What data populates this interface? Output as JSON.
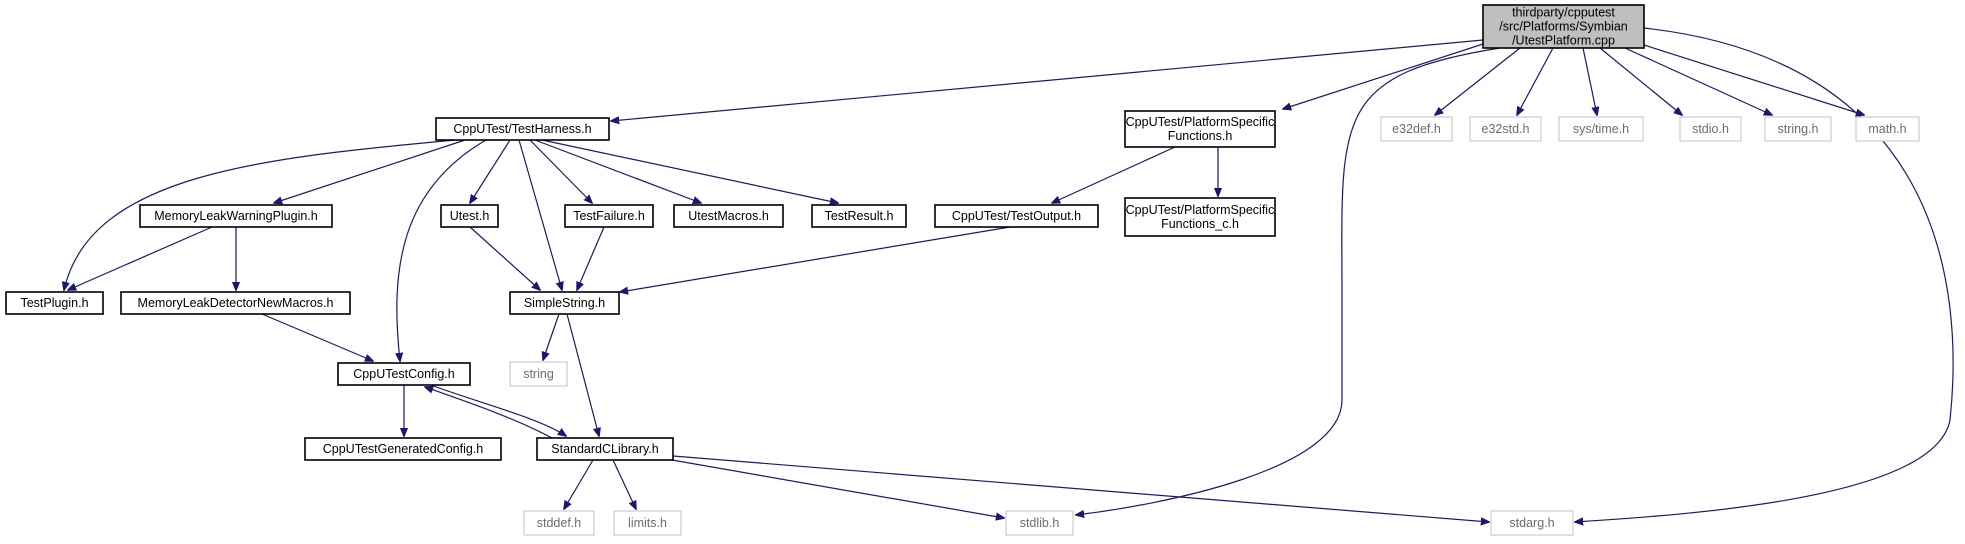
{
  "diagram": {
    "nodes": [
      {
        "id": "root",
        "lines": [
          "thirdparty/cpputest",
          "/src/Platforms/Symbian",
          "/UtestPlatform.cpp"
        ],
        "kind": "root"
      },
      {
        "id": "testharness",
        "lines": [
          "CppUTest/TestHarness.h"
        ],
        "kind": "documented"
      },
      {
        "id": "psf",
        "lines": [
          "CppUTest/PlatformSpecific",
          "Functions.h"
        ],
        "kind": "documented"
      },
      {
        "id": "e32def",
        "lines": [
          "e32def.h"
        ],
        "kind": "external"
      },
      {
        "id": "e32std",
        "lines": [
          "e32std.h"
        ],
        "kind": "external"
      },
      {
        "id": "systime",
        "lines": [
          "sys/time.h"
        ],
        "kind": "external"
      },
      {
        "id": "stdio",
        "lines": [
          "stdio.h"
        ],
        "kind": "external"
      },
      {
        "id": "stringh",
        "lines": [
          "string.h"
        ],
        "kind": "external"
      },
      {
        "id": "mathh",
        "lines": [
          "math.h"
        ],
        "kind": "external"
      },
      {
        "id": "mlwp",
        "lines": [
          "MemoryLeakWarningPlugin.h"
        ],
        "kind": "documented"
      },
      {
        "id": "utest",
        "lines": [
          "Utest.h"
        ],
        "kind": "documented"
      },
      {
        "id": "testfailure",
        "lines": [
          "TestFailure.h"
        ],
        "kind": "documented"
      },
      {
        "id": "utestmacros",
        "lines": [
          "UtestMacros.h"
        ],
        "kind": "documented"
      },
      {
        "id": "testresult",
        "lines": [
          "TestResult.h"
        ],
        "kind": "documented"
      },
      {
        "id": "testoutput",
        "lines": [
          "CppUTest/TestOutput.h"
        ],
        "kind": "documented"
      },
      {
        "id": "psfc",
        "lines": [
          "CppUTest/PlatformSpecific",
          "Functions_c.h"
        ],
        "kind": "documented"
      },
      {
        "id": "testplugin",
        "lines": [
          "TestPlugin.h"
        ],
        "kind": "documented"
      },
      {
        "id": "mldnm",
        "lines": [
          "MemoryLeakDetectorNewMacros.h"
        ],
        "kind": "documented"
      },
      {
        "id": "simplestring",
        "lines": [
          "SimpleString.h"
        ],
        "kind": "documented"
      },
      {
        "id": "stringlib",
        "lines": [
          "string"
        ],
        "kind": "external"
      },
      {
        "id": "config",
        "lines": [
          "CppUTestConfig.h"
        ],
        "kind": "documented"
      },
      {
        "id": "genconfig",
        "lines": [
          "CppUTestGeneratedConfig.h"
        ],
        "kind": "documented"
      },
      {
        "id": "stdclib",
        "lines": [
          "StandardCLibrary.h"
        ],
        "kind": "documented"
      },
      {
        "id": "stddef",
        "lines": [
          "stddef.h"
        ],
        "kind": "external"
      },
      {
        "id": "limits",
        "lines": [
          "limits.h"
        ],
        "kind": "external"
      },
      {
        "id": "stdlib",
        "lines": [
          "stdlib.h"
        ],
        "kind": "external"
      },
      {
        "id": "stdarg",
        "lines": [
          "stdarg.h"
        ],
        "kind": "external"
      }
    ],
    "edges": [
      {
        "from": "root",
        "to": "testharness"
      },
      {
        "from": "root",
        "to": "psf"
      },
      {
        "from": "root",
        "to": "e32def"
      },
      {
        "from": "root",
        "to": "e32std"
      },
      {
        "from": "root",
        "to": "systime"
      },
      {
        "from": "root",
        "to": "stdio"
      },
      {
        "from": "root",
        "to": "stringh"
      },
      {
        "from": "root",
        "to": "mathh"
      },
      {
        "from": "root",
        "to": "stdlib"
      },
      {
        "from": "root",
        "to": "stdarg"
      },
      {
        "from": "testharness",
        "to": "testplugin"
      },
      {
        "from": "testharness",
        "to": "mlwp"
      },
      {
        "from": "testharness",
        "to": "config"
      },
      {
        "from": "testharness",
        "to": "utest"
      },
      {
        "from": "testharness",
        "to": "simplestring"
      },
      {
        "from": "testharness",
        "to": "testfailure"
      },
      {
        "from": "testharness",
        "to": "utestmacros"
      },
      {
        "from": "testharness",
        "to": "testresult"
      },
      {
        "from": "psf",
        "to": "testoutput"
      },
      {
        "from": "psf",
        "to": "psfc"
      },
      {
        "from": "mlwp",
        "to": "testplugin"
      },
      {
        "from": "mlwp",
        "to": "mldnm"
      },
      {
        "from": "utest",
        "to": "simplestring"
      },
      {
        "from": "testfailure",
        "to": "simplestring"
      },
      {
        "from": "testoutput",
        "to": "simplestring"
      },
      {
        "from": "mldnm",
        "to": "config"
      },
      {
        "from": "simplestring",
        "to": "stringlib"
      },
      {
        "from": "simplestring",
        "to": "stdclib"
      },
      {
        "from": "config",
        "to": "genconfig"
      },
      {
        "from": "config",
        "to": "stdclib"
      },
      {
        "from": "stdclib",
        "to": "config"
      },
      {
        "from": "stdclib",
        "to": "stddef"
      },
      {
        "from": "stdclib",
        "to": "limits"
      },
      {
        "from": "stdclib",
        "to": "stdlib"
      },
      {
        "from": "stdclib",
        "to": "stdarg"
      }
    ],
    "colors": {
      "edge": "#191970",
      "root_fill": "#bfbfbf",
      "node_border": "#000000",
      "external_border": "#c0c0c0",
      "external_text": "#6b6b6b"
    }
  }
}
